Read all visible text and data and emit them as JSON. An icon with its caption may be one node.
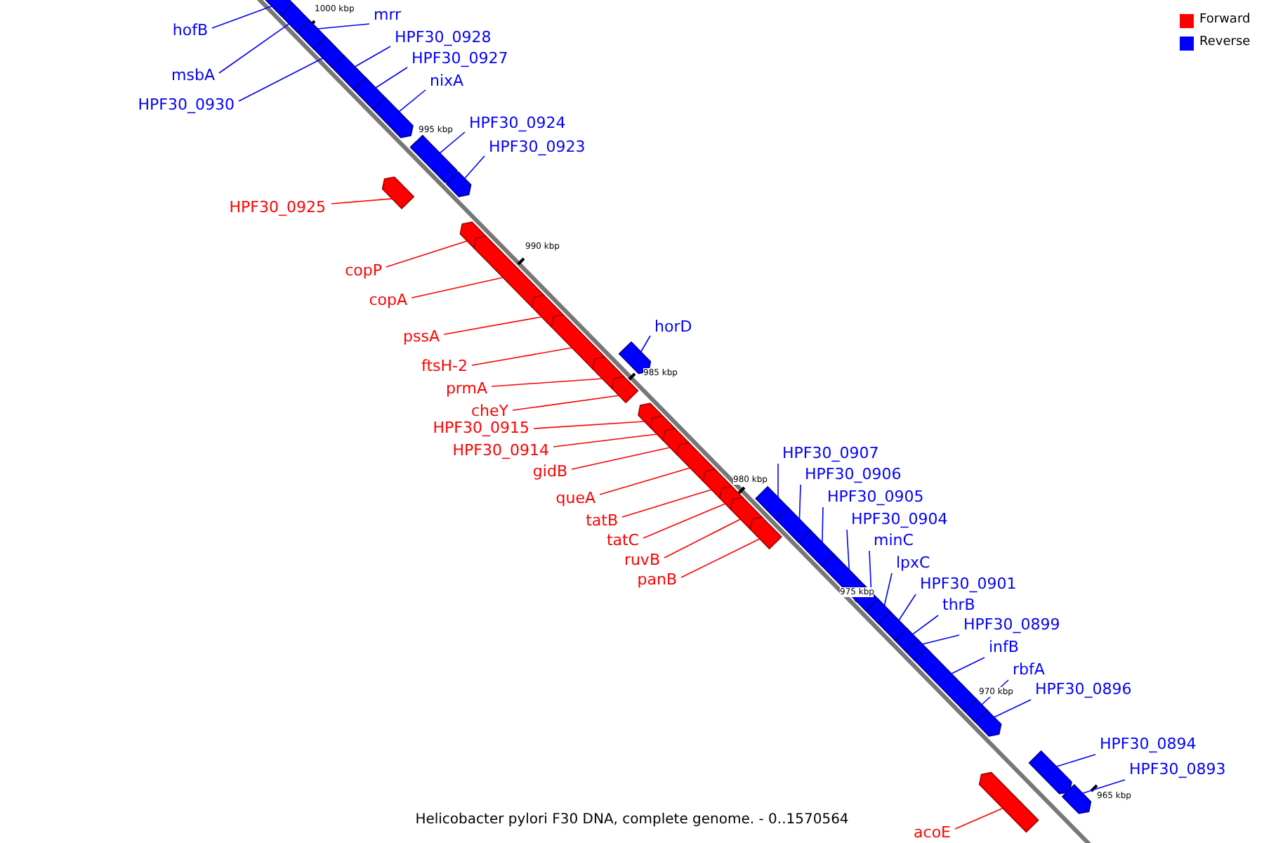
{
  "diagram": {
    "caption": "Helicobacter pylori F30 DNA, complete genome. - 0..1570564",
    "nodes": [
      {
        "text": [
          "hofB"
        ]
      },
      {
        "text": [],
        "shape": "arrow"
      },
      {
        "text": [
          "msbA"
        ]
      },
      {
        "text": [],
        "shape": "arrow"
      },
      {
        "text": [
          "mrr"
        ]
      },
      {
        "text": [],
        "shape": "arrow"
      },
      {
        "text": [
          "HPF30_0930"
        ]
      },
      {
        "text": [],
        "shape": "arrow"
      },
      {
        "text": [
          "HPF30_0928"
        ]
      },
      {
        "text": [],
        "shape": "arrow"
      },
      {
        "text": [
          "HPF30_0927"
        ]
      },
      {
        "text": [],
        "shape": "arrow"
      },
      {
        "text": [
          "nixA"
        ]
      },
      {
        "text": [],
        "shape": "arrow"
      },
      {
        "text": [
          "HPF30_0925"
        ]
      },
      {
        "text": [],
        "shape": "arrow"
      },
      {
        "text": [
          "HPF30_0924"
        ]
      },
      {
        "text": [],
        "shape": "arrow"
      },
      {
        "text": [
          "HPF30_0923"
        ]
      },
      {
        "text": [],
        "shape": "arrow"
      },
      {
        "text": [
          "copP"
        ]
      },
      {
        "text": [],
        "shape": "arrow"
      },
      {
        "text": [
          "copA"
        ]
      },
      {
        "text": [],
        "shape": "arrow"
      },
      {
        "text": [
          "pssA"
        ]
      },
      {
        "text": [],
        "shape": "arrow"
      },
      {
        "text": [
          "ftsH-2"
        ]
      },
      {
        "text": [],
        "shape": "arrow"
      },
      {
        "text": [
          "prmA"
        ]
      },
      {
        "text": [],
        "shape": "arrow"
      },
      {
        "text": [
          "cheY"
        ]
      },
      {
        "text": [],
        "shape": "arrow"
      },
      {
        "text": [
          "horD"
        ]
      },
      {
        "text": [],
        "shape": "arrow"
      },
      {
        "text": [
          "HPF30_0915"
        ]
      },
      {
        "text": [],
        "shape": "arrow"
      },
      {
        "text": [
          "HPF30_0914"
        ]
      },
      {
        "text": [],
        "shape": "arrow"
      },
      {
        "text": [
          "gidB"
        ]
      },
      {
        "text": [],
        "shape": "arrow"
      },
      {
        "text": [
          "queA"
        ]
      },
      {
        "text": [],
        "shape": "arrow"
      },
      {
        "text": [
          "tatB"
        ]
      },
      {
        "text": [],
        "shape": "arrow"
      },
      {
        "text": [
          "tatC"
        ]
      },
      {
        "text": [],
        "shape": "arrow"
      },
      {
        "text": [
          "ruvB"
        ]
      },
      {
        "text": [],
        "shape": "arrow"
      },
      {
        "text": [
          "panB"
        ]
      },
      {
        "text": [],
        "shape": "arrow"
      },
      {
        "text": [
          "HPF30_0907"
        ]
      },
      {
        "text": [],
        "shape": "arrow"
      },
      {
        "text": [
          "HPF30_0906"
        ]
      },
      {
        "text": [],
        "shape": "arrow"
      },
      {
        "text": [
          "HPF30_0905"
        ]
      },
      {
        "text": [],
        "shape": "arrow"
      },
      {
        "text": [
          "HPF30_0904"
        ]
      },
      {
        "text": [],
        "shape": "arrow"
      },
      {
        "text": [
          "minC"
        ]
      },
      {
        "text": [],
        "shape": "arrow"
      },
      {
        "text": [
          "lpxC"
        ]
      },
      {
        "text": [],
        "shape": "arrow"
      },
      {
        "text": [
          "HPF30_0901"
        ]
      },
      {
        "text": [],
        "shape": "arrow"
      },
      {
        "text": [
          "thrB"
        ]
      },
      {
        "text": [],
        "shape": "arrow"
      },
      {
        "text": [
          "HPF30_0899"
        ]
      },
      {
        "text": [],
        "shape": "arrow"
      },
      {
        "text": [
          "infB"
        ]
      },
      {
        "text": [],
        "shape": "arrow"
      },
      {
        "text": [
          "rbfA"
        ]
      },
      {
        "text": [],
        "shape": "arrow"
      },
      {
        "text": [
          "HPF30_0896"
        ]
      },
      {
        "text": [],
        "shape": "arrow"
      },
      {
        "text": [
          "acoE"
        ]
      },
      {
        "text": [],
        "shape": "arrow"
      },
      {
        "text": [
          "HPF30_0894"
        ]
      },
      {
        "text": [],
        "shape": "arrow"
      },
      {
        "text": [
          "HPF30_0893"
        ]
      },
      {
        "text": [],
        "shape": "arrow"
      }
    ],
    "edges": [
      {
        "from": 0,
        "to": 1,
        "arrow": "none"
      },
      {
        "from": 2,
        "to": 3,
        "arrow": "none"
      },
      {
        "from": 4,
        "to": 5,
        "arrow": "none"
      },
      {
        "from": 6,
        "to": 7,
        "arrow": "none"
      },
      {
        "from": 8,
        "to": 9,
        "arrow": "none"
      },
      {
        "from": 10,
        "to": 11,
        "arrow": "none"
      },
      {
        "from": 12,
        "to": 13,
        "arrow": "none"
      },
      {
        "from": 14,
        "to": 15,
        "arrow": "none",
        "color": "#ff0000"
      },
      {
        "from": 16,
        "to": 17,
        "arrow": "none"
      },
      {
        "from": 18,
        "to": 19,
        "arrow": "none"
      },
      {
        "from": 20,
        "to": 21,
        "arrow": "none",
        "color": "#ff0000"
      },
      {
        "from": 22,
        "to": 23,
        "arrow": "none",
        "color": "#ff0000"
      },
      {
        "from": 24,
        "to": 25,
        "arrow": "none",
        "color": "#ff0000"
      },
      {
        "from": 26,
        "to": 27,
        "arrow": "none",
        "color": "#ff0000"
      },
      {
        "from": 28,
        "to": 29,
        "arrow": "none",
        "color": "#ff0000"
      },
      {
        "from": 30,
        "to": 31,
        "arrow": "none",
        "color": "#ff0000"
      },
      {
        "from": 32,
        "to": 33,
        "arrow": "none"
      },
      {
        "from": 34,
        "to": 35,
        "arrow": "none",
        "color": "#ff0000"
      },
      {
        "from": 36,
        "to": 37,
        "arrow": "none",
        "color": "#ff0000"
      },
      {
        "from": 38,
        "to": 39,
        "arrow": "none",
        "color": "#ff0000"
      },
      {
        "from": 40,
        "to": 41,
        "arrow": "none",
        "color": "#ff0000"
      },
      {
        "from": 42,
        "to": 43,
        "arrow": "none",
        "color": "#ff0000"
      },
      {
        "from": 44,
        "to": 45,
        "arrow": "none",
        "color": "#ff0000"
      },
      {
        "from": 46,
        "to": 47,
        "arrow": "none",
        "color": "#ff0000"
      },
      {
        "from": 48,
        "to": 49,
        "arrow": "none",
        "color": "#ff0000"
      },
      {
        "from": 50,
        "to": 51,
        "arrow": "none"
      },
      {
        "from": 52,
        "to": 53,
        "arrow": "none"
      },
      {
        "from": 54,
        "to": 55,
        "arrow": "none"
      },
      {
        "from": 56,
        "to": 57,
        "arrow": "none"
      },
      {
        "from": 58,
        "to": 59,
        "arrow": "none"
      },
      {
        "from": 60,
        "to": 61,
        "arrow": "none"
      },
      {
        "from": 62,
        "to": 63,
        "arrow": "none"
      },
      {
        "from": 64,
        "to": 65,
        "arrow": "none"
      },
      {
        "from": 66,
        "to": 67,
        "arrow": "none"
      },
      {
        "from": 68,
        "to": 69,
        "arrow": "none"
      },
      {
        "from": 70,
        "to": 71,
        "arrow": "none"
      },
      {
        "from": 72,
        "to": 73,
        "arrow": "none"
      },
      {
        "from": 74,
        "to": 75,
        "arrow": "none",
        "color": "#ff0000"
      },
      {
        "from": 76,
        "to": 77,
        "arrow": "none"
      },
      {
        "from": 78,
        "to": 79,
        "arrow": "none"
      }
    ],
    "labels": [
      "1000 kbp",
      "995 kbp",
      "990 kbp",
      "985 kbp",
      "980 kbp",
      "975 kbp",
      "970 kbp",
      "965 kbp"
    ],
    "legend": [
      {
        "text": "Forward",
        "color": "#ff0000"
      },
      {
        "text": "Reverse",
        "color": "#0000ff"
      }
    ]
  }
}
